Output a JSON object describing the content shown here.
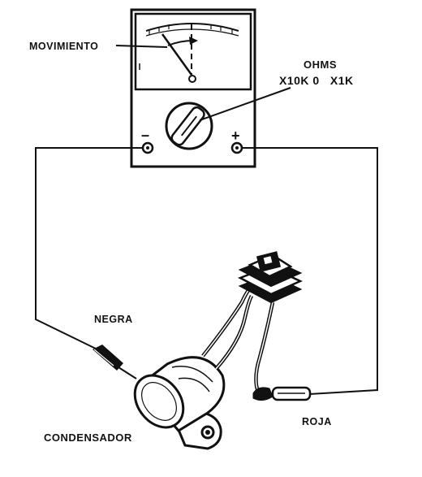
{
  "labels": {
    "movement": "MOVIMIENTO",
    "ohms": "OHMS",
    "range": "X10K 0   X1K",
    "minus": "–",
    "plus": "+",
    "zero": "0",
    "black_lead": "NEGRA",
    "red_lead": "ROJA",
    "capacitor": "CONDENSADOR"
  },
  "colors": {
    "ink": "#111111",
    "paper": "#ffffff"
  },
  "icons": {
    "meter": "multimeter-icon",
    "selector": "range-selector-knob-icon",
    "capacitor": "capacitor-icon",
    "switch": "switch-icon"
  }
}
